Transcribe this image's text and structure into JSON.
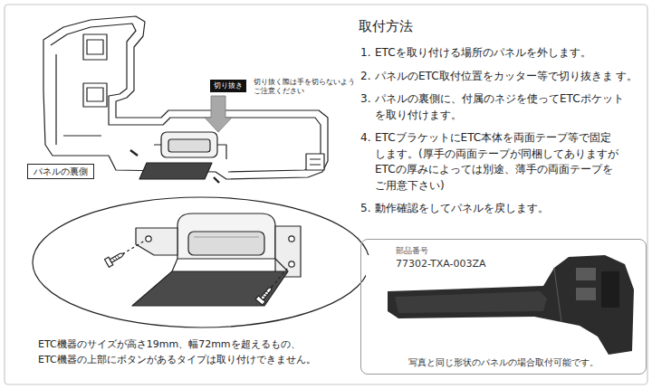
{
  "diagram": {
    "title": "取付方法",
    "nodes": [
      {
        "text": [
          "切り抜き"
        ]
      },
      {
        "text": [
          "パネルの裏側"
        ]
      },
      {
        "text": [
          "部品番号",
          "77302-TXA-003ZA",
          "写真と同じ形状のパネルの場合取付可能です。"
        ]
      }
    ],
    "labels": [
      "切り抜く際は手を切らないよう ご注意ください",
      "1.",
      "ETCを取り付ける場所のパネルを外します。",
      "2.",
      "パネルのETC取付位置をカッター等で切り抜きま す。",
      "3.",
      "パネルの裏側に、付属のネジを使ってETCポケット を取り付けます。",
      "4.",
      "ETCブラケットにETC本体を両面テープ等で固定 します。(厚手の両面テープが同梱してありますが ETCの厚みによっては別途、薄手の両面テープを ご用意下さい)",
      "5.",
      "動作確認をしてパネルを戻します。",
      "ETC機器のサイズが高さ19mm、幅72mmを超えるもの、 ETC機器の上部にボタンがあるタイプは取り付けできません。"
    ]
  }
}
